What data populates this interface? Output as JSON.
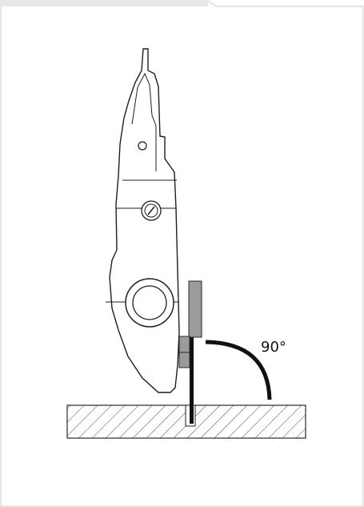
{
  "diagram": {
    "angle_label": "90°"
  },
  "colors": {
    "outline": "#1f1f1f",
    "tab_fill": "#9b9b9b",
    "blade": "#111111",
    "hatch": "#4a4a4a",
    "frame": "#cfcfcf"
  },
  "icons": {
    "tool": "circular-saw-side-view",
    "surface": "hatched-workpiece"
  }
}
